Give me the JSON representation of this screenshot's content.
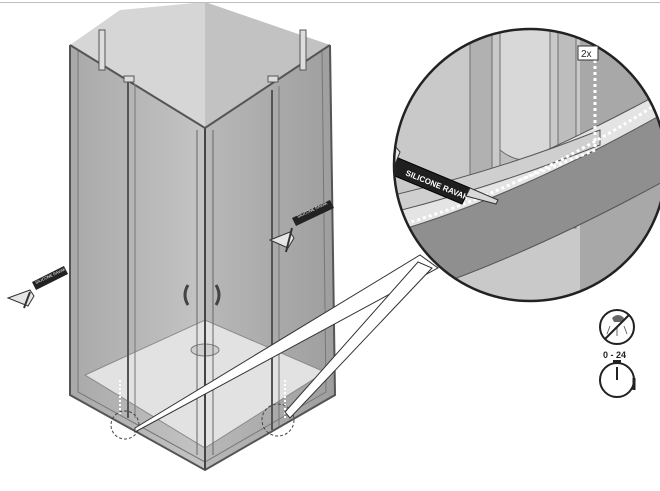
{
  "illustration": {
    "sealant_label": "SILICONE RAVAK",
    "sealant_label_small_right": "SILICONE RAVAK",
    "sealant_label_small_left": "SILICONE RAVAK",
    "detail_multiplier": "2x",
    "cure_time": "0 - 24"
  },
  "icons": [
    "no-shower-icon",
    "stopwatch-icon",
    "silicone-gun-icon",
    "magnifier-circle-icon"
  ]
}
